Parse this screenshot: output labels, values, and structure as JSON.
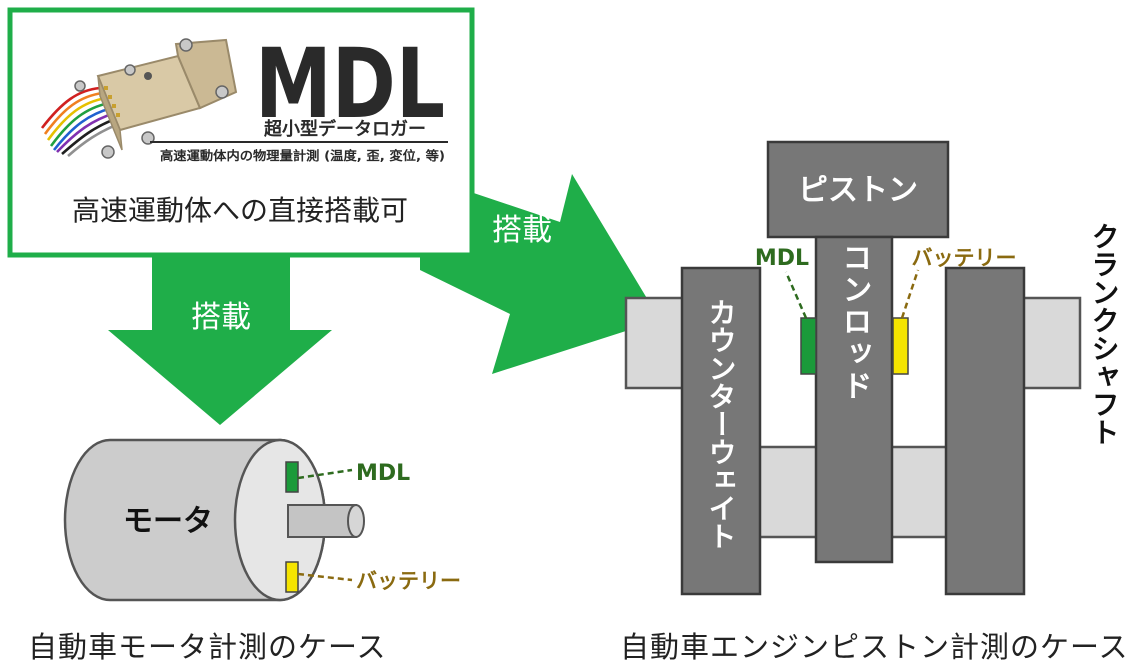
{
  "product_box": {
    "logo": "MDL",
    "subtitle": "超小型データロガー",
    "description": "高速運動体内の物理量計測 (温度, 歪, 変位, 等)",
    "tagline": "高速運動体への直接搭載可"
  },
  "arrows": {
    "right_label": "搭載",
    "down_label": "搭載"
  },
  "motor_case": {
    "motor_label": "モータ",
    "mdl_label": "MDL",
    "battery_label": "バッテリー",
    "caption": "自動車モータ計測のケース"
  },
  "engine_case": {
    "piston_label": "ピストン",
    "conrod_label": "コンロッド",
    "counterweight_label": "カウンターウェイト",
    "crankshaft_label": "クランクシャフト",
    "mdl_label": "MDL",
    "battery_label": "バッテリー",
    "caption": "自動車エンジンピストン計測のケース"
  },
  "colors": {
    "green": "#1fae49",
    "dark_green": "#2e6b1f",
    "mdl_green": "#1b9a3a",
    "battery_yellow": "#f5e400",
    "battery_text": "#8a6a10",
    "engine_dark": "#777777",
    "engine_light": "#d9d9d9"
  }
}
